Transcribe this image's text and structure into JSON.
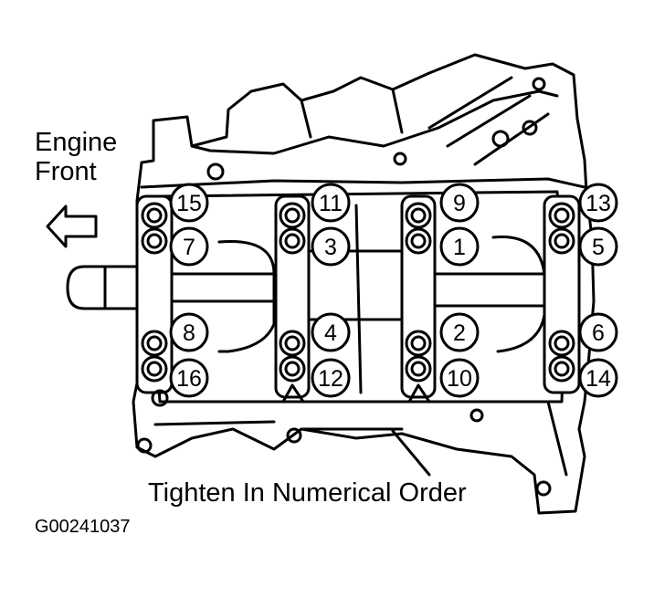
{
  "labels": {
    "engine_front_line1": "Engine",
    "engine_front_line2": "Front",
    "instruction": "Tighten In Numerical Order",
    "figure_id": "G00241037"
  },
  "bolts": [
    {
      "num": "15",
      "col": 0,
      "row": 0
    },
    {
      "num": "7",
      "col": 0,
      "row": 1
    },
    {
      "num": "8",
      "col": 0,
      "row": 2
    },
    {
      "num": "16",
      "col": 0,
      "row": 3
    },
    {
      "num": "11",
      "col": 1,
      "row": 0
    },
    {
      "num": "3",
      "col": 1,
      "row": 1
    },
    {
      "num": "4",
      "col": 1,
      "row": 2
    },
    {
      "num": "12",
      "col": 1,
      "row": 3
    },
    {
      "num": "9",
      "col": 2,
      "row": 0
    },
    {
      "num": "1",
      "col": 2,
      "row": 1
    },
    {
      "num": "2",
      "col": 2,
      "row": 2
    },
    {
      "num": "10",
      "col": 2,
      "row": 3
    },
    {
      "num": "13",
      "col": 3,
      "row": 0
    },
    {
      "num": "5",
      "col": 3,
      "row": 1
    },
    {
      "num": "6",
      "col": 3,
      "row": 2
    },
    {
      "num": "14",
      "col": 3,
      "row": 3
    }
  ],
  "colors": {
    "line": "#000000",
    "background": "#ffffff"
  }
}
